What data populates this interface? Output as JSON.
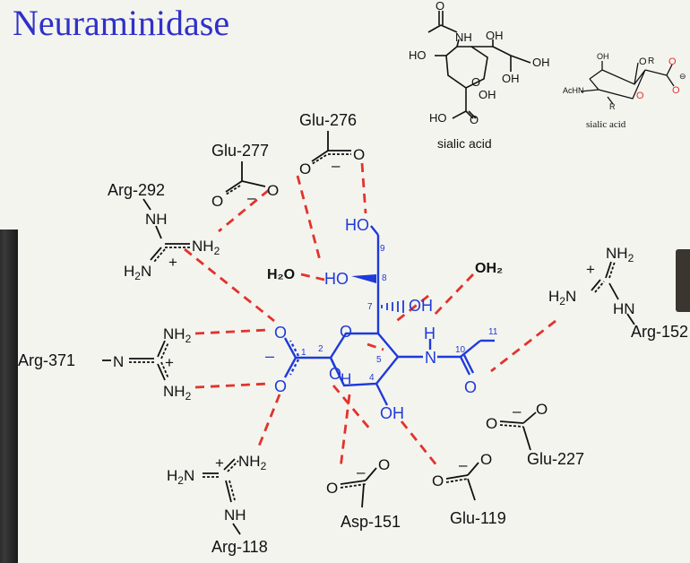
{
  "title": "Neuraminidase",
  "captions": {
    "sialic_acid_left": "sialic acid",
    "sialic_acid_right": "sialic acid"
  },
  "residues": {
    "glu276": "Glu-276",
    "glu277": "Glu-277",
    "arg292": "Arg-292",
    "arg371": "Arg-371",
    "arg118": "Arg-118",
    "asp151": "Asp-151",
    "glu119": "Glu-119",
    "glu227": "Glu-227",
    "arg152": "Arg-152"
  },
  "molecules": {
    "water": "H₂O",
    "water2": "OH₂"
  },
  "atom_numbers": [
    "1",
    "2",
    "4",
    "5",
    "7",
    "8",
    "9",
    "10",
    "11"
  ],
  "colors": {
    "title": "#2f31c9",
    "ligand": "#1e3ad9",
    "hbond": "#e2332c",
    "carboxylate_o": "#e2332c"
  }
}
